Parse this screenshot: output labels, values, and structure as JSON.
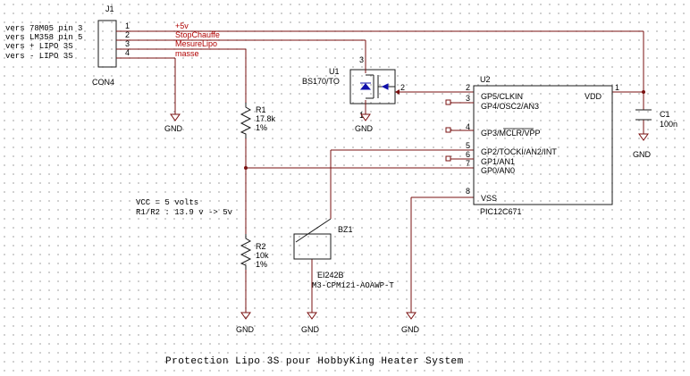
{
  "connector": {
    "ref": "J1",
    "value": "CON4",
    "lines": [
      "vers 78M05 pin 3",
      "vers LM358 pin 5",
      "vers + LIPO 3S",
      "vers - LIPO 3S"
    ],
    "pins": [
      "1",
      "2",
      "3",
      "4"
    ],
    "nets": [
      "+5v",
      "StopChauffe",
      "MesureLipo",
      "masse"
    ]
  },
  "mosfet": {
    "ref": "U1",
    "value": "BS170/TO",
    "pins": [
      "3",
      "2",
      "1"
    ]
  },
  "mcu": {
    "ref": "U2",
    "value": "PIC12C671",
    "pins_left": [
      {
        "num": "2",
        "name": "GP5/CLKIN"
      },
      {
        "num": "3",
        "name": "GP4/OSC2/AN3"
      },
      {
        "num": "4",
        "name": "GP3/MCLR/VPP"
      },
      {
        "num": "5",
        "name": "GP2/TOCKI/AN2/INT"
      },
      {
        "num": "6",
        "name": "GP1/AN1"
      },
      {
        "num": "7",
        "name": "GP0/AN0"
      },
      {
        "num": "8",
        "name": "VSS"
      }
    ],
    "pin_right": {
      "num": "1",
      "name": "VDD"
    }
  },
  "capacitor": {
    "ref": "C1",
    "value": "100n"
  },
  "r1": {
    "ref": "R1",
    "value": "17.8k",
    "tol": "1%"
  },
  "r2": {
    "ref": "R2",
    "value": "10k",
    "tol": "1%"
  },
  "buzzer": {
    "ref": "BZ1",
    "value": "EI242B",
    "part": "M3-CPM121-AOAWP-T"
  },
  "notes": [
    "VCC = 5 volts",
    "R1/R2 : 13.9 v -> 5v"
  ],
  "gnd_label": "GND",
  "title": "Protection Lipo 3S pour HobbyKing Heater System"
}
